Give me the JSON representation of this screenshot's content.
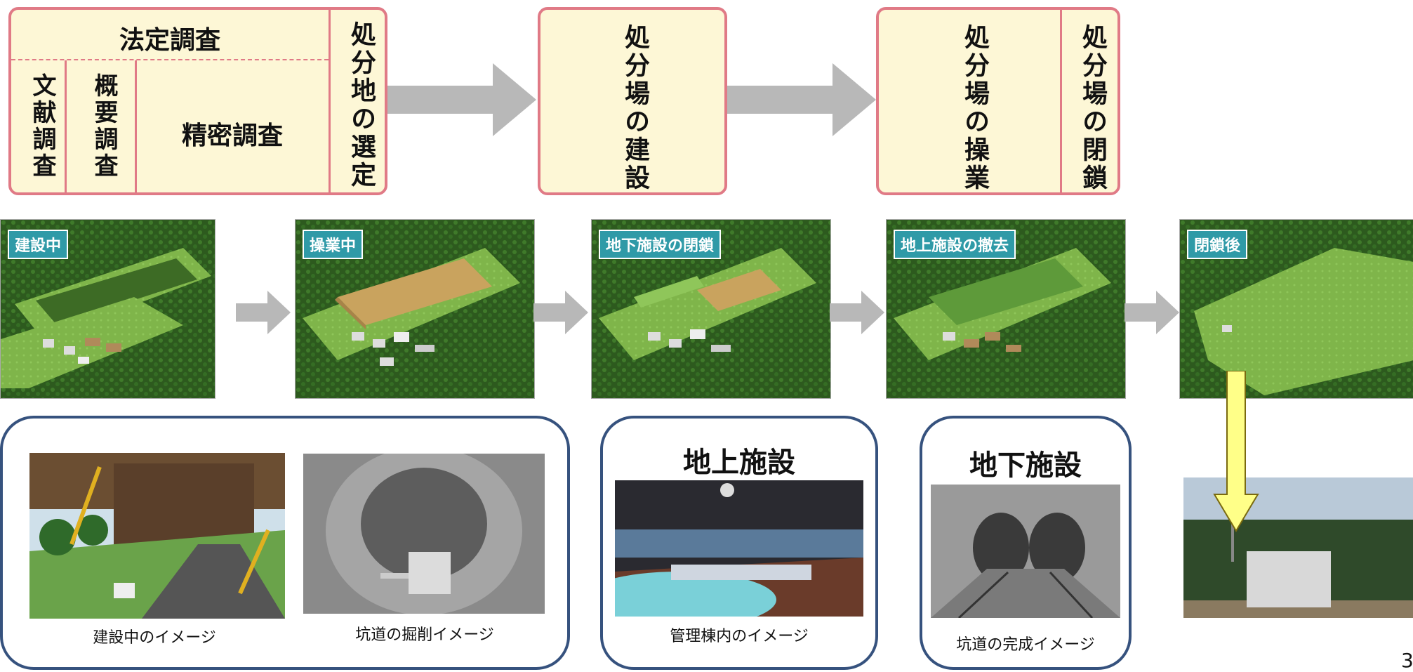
{
  "flow": {
    "survey_title": "法定調査",
    "literature_survey": "文献調査",
    "outline_survey": "概要調査",
    "detailed_survey": "精密調査",
    "site_selection": "処分地の選定",
    "construction": "処分場の建設",
    "operation": "処分場の操業",
    "closure": "処分場の閉鎖"
  },
  "stages": [
    {
      "label": "建設中"
    },
    {
      "label": "操業中"
    },
    {
      "label": "地下施設の閉鎖"
    },
    {
      "label": "地上施設の撤去"
    },
    {
      "label": "閉鎖後"
    }
  ],
  "groups": {
    "construction_caption": "建設中のイメージ",
    "tunnel_excavation_caption": "坑道の掘削イメージ",
    "surface_title": "地上施設",
    "surface_caption": "管理棟内のイメージ",
    "underground_title": "地下施設",
    "underground_caption": "坑道の完成イメージ"
  },
  "page_number": "3"
}
